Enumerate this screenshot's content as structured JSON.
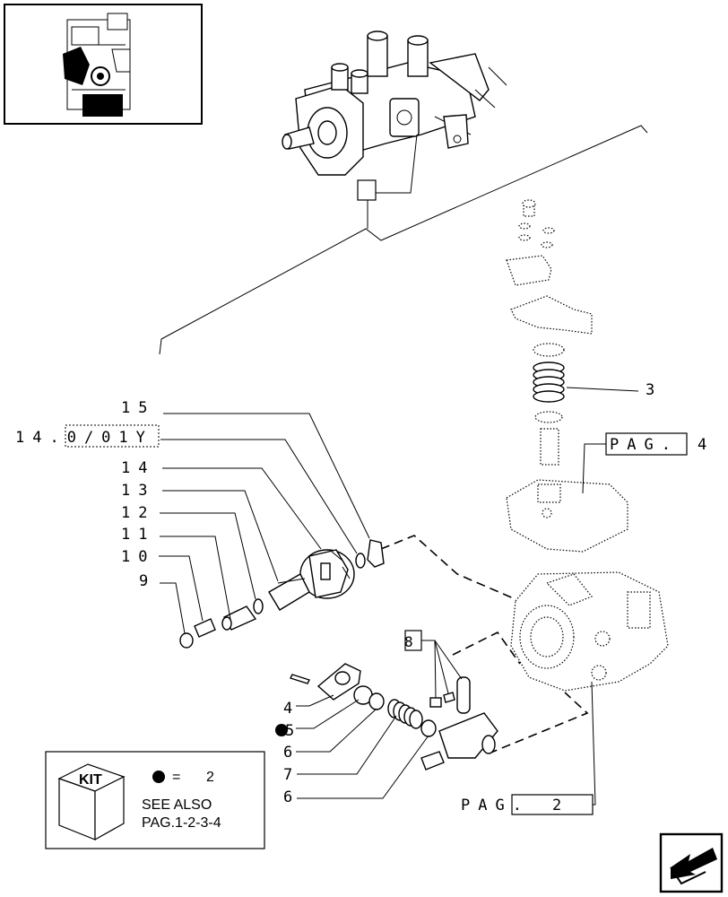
{
  "callouts": {
    "c15": "15",
    "c14_ref": "14.0/01Y",
    "c14": "14",
    "c13": "13",
    "c12": "12",
    "c11": "11",
    "c10": "10",
    "c9": "9",
    "c8": "8",
    "c3": "3",
    "c4": "4",
    "c5": "5",
    "c6a": "6",
    "c7": "7",
    "c6b": "6"
  },
  "page_refs": {
    "pag_top": "PAG.",
    "pag_top_num": "4",
    "pag_bottom": "PAG.",
    "pag_bottom_num": "2"
  },
  "kit_box": {
    "kit_label": "KIT",
    "bullet_equals": "=",
    "kit_number": "2",
    "see_also_line1": "SEE ALSO",
    "see_also_line2": "PAG.1-2-3-4"
  },
  "colors": {
    "ink": "#000000",
    "paper": "#ffffff"
  },
  "icons": {
    "thumbnail": "engine-thumbnail-icon",
    "nav": "back-arrow-icon",
    "kit": "kit-cube-icon"
  }
}
